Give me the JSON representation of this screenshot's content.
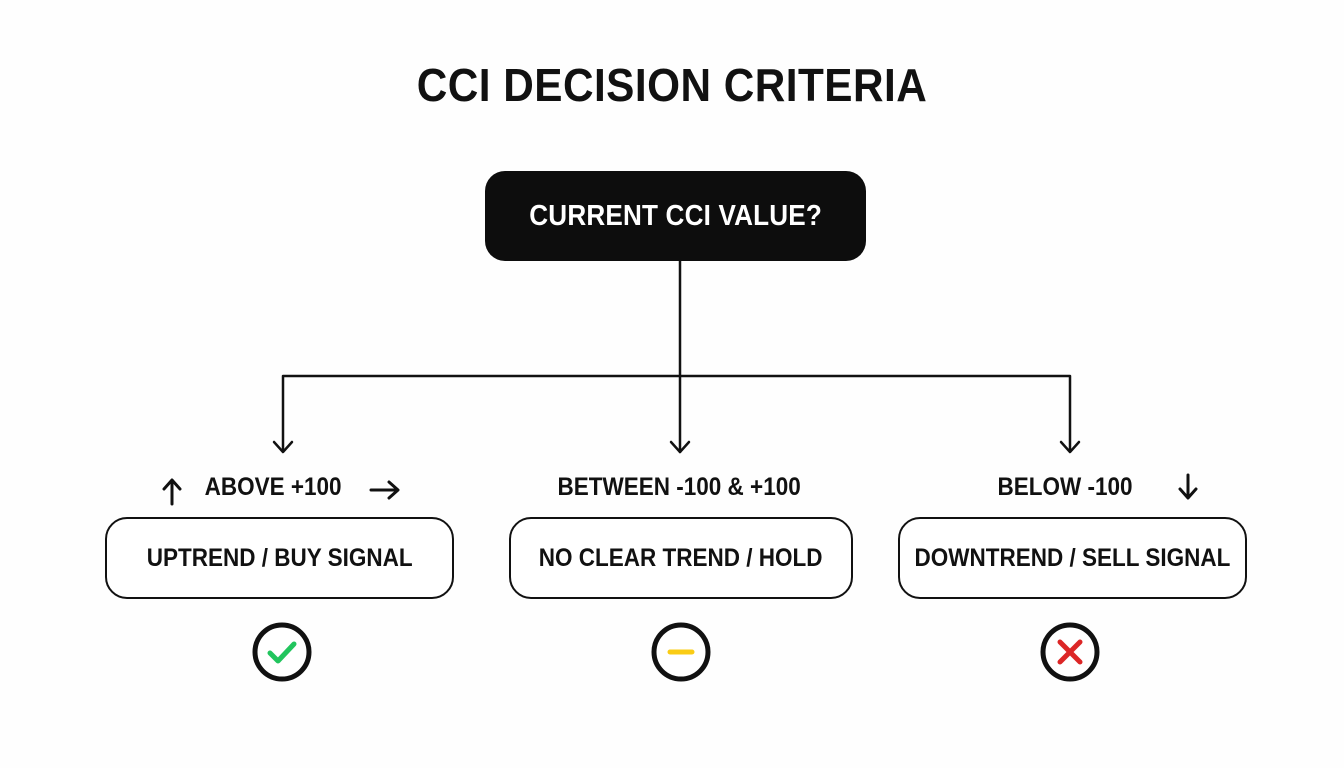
{
  "title": "CCI DECISION CRITERIA",
  "root": {
    "label": "CURRENT CCI VALUE?"
  },
  "branches": [
    {
      "condition": "ABOVE +100",
      "outcome": "UPTREND / BUY SIGNAL",
      "status_icon": "check-icon",
      "status_color": "#22c55e",
      "decor_icons": [
        "arrow-up-icon",
        "arrow-right-icon"
      ]
    },
    {
      "condition": "BETWEEN -100 & +100",
      "outcome": "NO CLEAR TREND / HOLD",
      "status_icon": "minus-icon",
      "status_color": "#facc15",
      "decor_icons": []
    },
    {
      "condition": "BELOW -100",
      "outcome": "DOWNTREND / SELL SIGNAL",
      "status_icon": "x-icon",
      "status_color": "#dc2626",
      "decor_icons": [
        "arrow-down-icon"
      ]
    }
  ],
  "colors": {
    "line": "#111111",
    "root_bg": "#0d0d0d",
    "root_text": "#ffffff",
    "background": "#fefefe"
  }
}
